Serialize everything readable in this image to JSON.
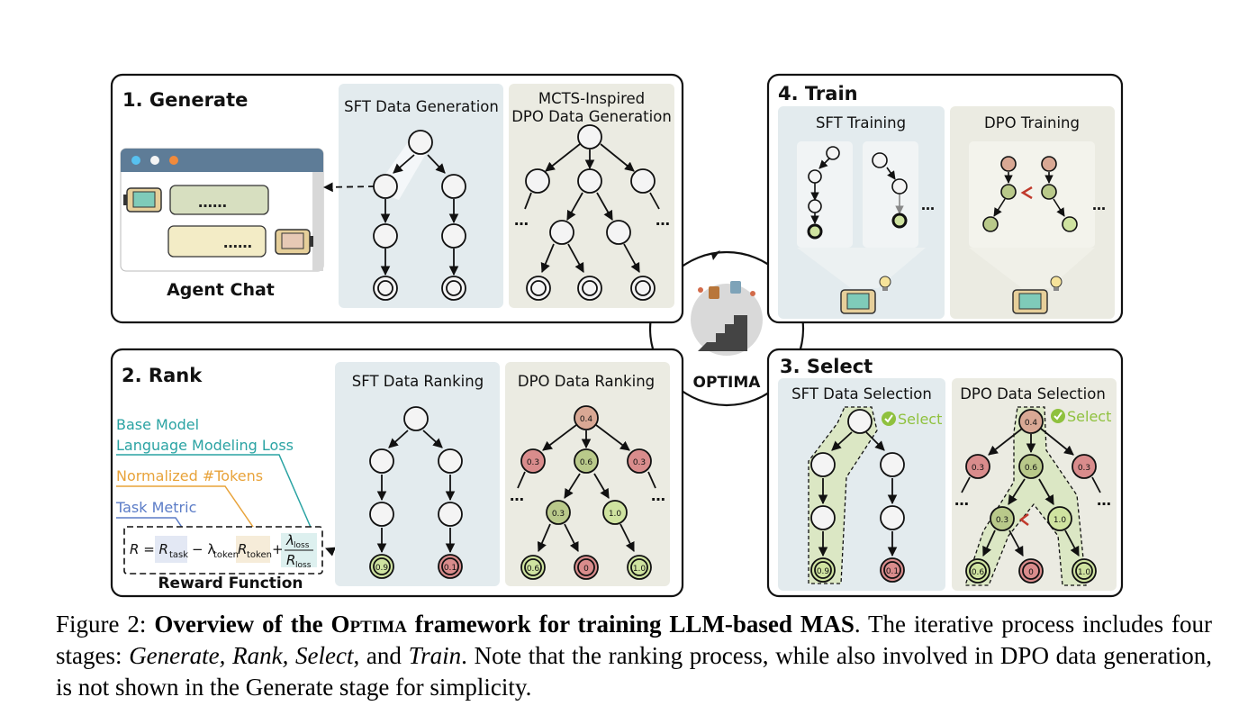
{
  "stages": {
    "generate": {
      "title": "1. Generate",
      "sft_panel": "SFT Data Generation",
      "dpo_panel_line1": "MCTS-Inspired",
      "dpo_panel_line2": "DPO Data Generation",
      "chat_label": "Agent Chat",
      "chat_bubble_1": "……",
      "chat_bubble_2": "……"
    },
    "rank": {
      "title": "2. Rank",
      "sft_panel": "SFT Data Ranking",
      "dpo_panel": "DPO Data Ranking",
      "legend": [
        "Base Model",
        "Language Modeling Loss",
        "Normalized #Tokens",
        "Task Metric"
      ],
      "reward_label": "Reward Function",
      "sft_leaf_scores": [
        "0.9",
        "0.1"
      ],
      "dpo_scores": [
        "0.4",
        "0.3",
        "0.6",
        "0.3",
        "0.3",
        "1.0",
        "0.6",
        "0",
        "1.0"
      ]
    },
    "select": {
      "title": "3. Select",
      "sft_panel": "SFT Data Selection",
      "dpo_panel": "DPO Data Selection",
      "select_label": "Select",
      "sft_leaf_scores": [
        "0.9",
        "0.1"
      ],
      "dpo_scores": [
        "0.4",
        "0.3",
        "0.6",
        "0.3",
        "0.3",
        "1.0",
        "0.6",
        "0",
        "1.0"
      ]
    },
    "train": {
      "title": "4. Train",
      "sft_panel": "SFT Training",
      "dpo_panel": "DPO Training"
    }
  },
  "center_label": "OPTIMA",
  "ellipsis": "…",
  "caption": {
    "prefix": "Figure 2: ",
    "bold_1": "Overview of the ",
    "bold_optima": "Optima",
    "bold_2": " framework for training LLM-based MAS",
    "text_1": ". The iterative process includes four stages: ",
    "italic_1": "Generate, Rank, Select",
    "text_2": ", and ",
    "italic_2": "Train",
    "text_3": ".  Note that the ranking process, while also involved in DPO data generation, is not shown in the Generate stage for simplicity."
  },
  "colors": {
    "sft_bg": "#e3ebee",
    "dpo_bg": "#ebebe2",
    "node_red": "#d98c8c",
    "node_olive": "#b9c98a",
    "node_green": "#cfe3a0",
    "node_pink": "#d9a894",
    "select_green": "#8fc13e",
    "teal": "#2aa3a3",
    "orange": "#e8a33a",
    "blue": "#5b7cc7"
  }
}
